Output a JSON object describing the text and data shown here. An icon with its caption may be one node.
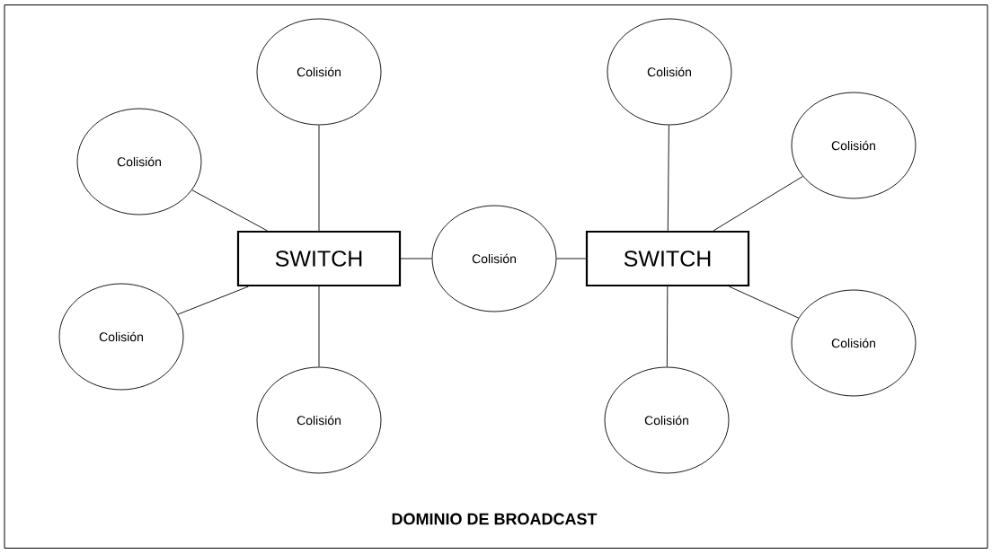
{
  "diagram": {
    "nodes": [
      {
        "text": [
          "DOMINIO DE BROADCAST"
        ]
      },
      {
        "text": [
          "Colisión"
        ],
        "in": 0
      },
      {
        "text": [
          "Colisión"
        ],
        "in": 0
      },
      {
        "text": [
          "Colisión"
        ],
        "in": 0
      },
      {
        "text": [
          "Colisión"
        ],
        "in": 0
      },
      {
        "text": [
          "SWITCH"
        ],
        "in": 0
      },
      {
        "text": [
          "Colisión"
        ],
        "in": 0
      },
      {
        "text": [
          "SWITCH"
        ],
        "in": 0
      },
      {
        "text": [
          "Colisión"
        ],
        "in": 0
      },
      {
        "text": [
          "Colisión"
        ],
        "in": 0
      },
      {
        "text": [
          "Colisión"
        ],
        "in": 0
      },
      {
        "text": [
          "Colisión"
        ],
        "in": 0
      }
    ],
    "edges": [
      {
        "from": 5,
        "to": 1,
        "arrow": "none"
      },
      {
        "from": 5,
        "to": 3,
        "arrow": "none"
      },
      {
        "from": 5,
        "to": 8,
        "arrow": "none"
      },
      {
        "from": 5,
        "to": 10,
        "arrow": "none"
      },
      {
        "from": 5,
        "to": 6,
        "arrow": "none"
      },
      {
        "from": 6,
        "to": 7,
        "arrow": "none"
      },
      {
        "from": 7,
        "to": 2,
        "arrow": "none"
      },
      {
        "from": 7,
        "to": 4,
        "arrow": "none"
      },
      {
        "from": 7,
        "to": 9,
        "arrow": "none"
      },
      {
        "from": 7,
        "to": 11,
        "arrow": "none"
      }
    ]
  }
}
